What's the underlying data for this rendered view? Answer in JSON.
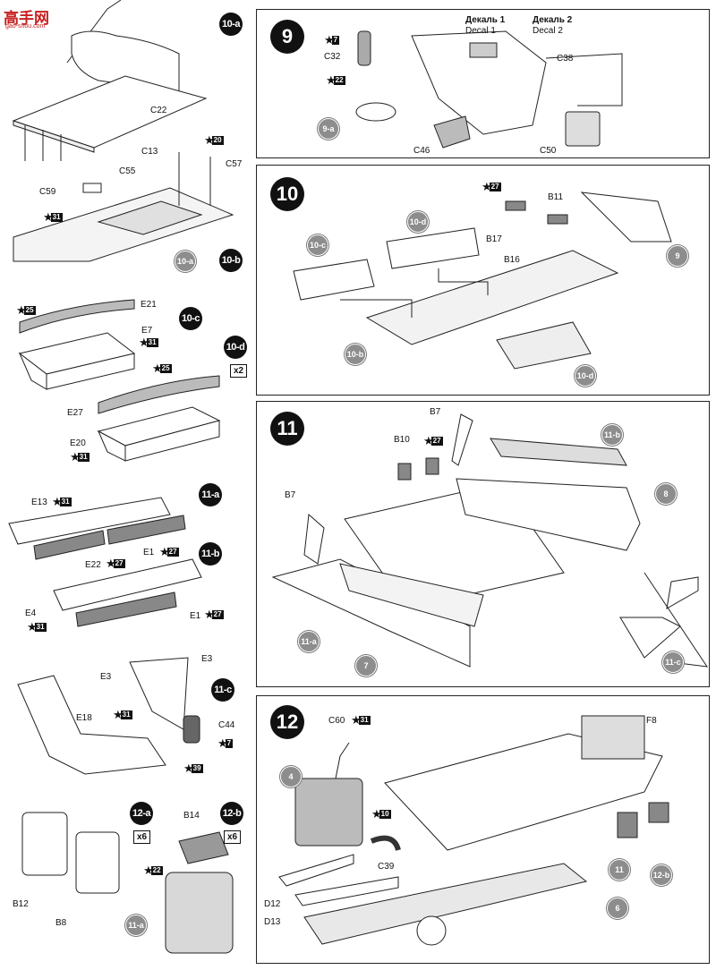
{
  "watermark": {
    "title": "高手网",
    "url": "gao-shou.com"
  },
  "left_column": {
    "step_10a": {
      "badge": "10-a",
      "labels": {
        "c22": "C22",
        "c13": "C13",
        "c55": "C55",
        "c57": "C57",
        "c59": "C59"
      },
      "paints": {
        "p20": "20",
        "p31": "31"
      }
    },
    "step_10b": {
      "badge": "10-b",
      "ref": "10-a"
    },
    "step_10c": {
      "badge": "10-c",
      "labels": {
        "e21": "E21",
        "e7": "E7"
      },
      "paints": {
        "p25": "25",
        "p31": "31"
      }
    },
    "step_10d": {
      "badge": "10-d",
      "qty": "x2",
      "labels": {
        "e27": "E27",
        "e20": "E20"
      },
      "paints": {
        "p25": "25",
        "p31": "31"
      }
    },
    "step_11a": {
      "badge": "11-a",
      "labels": {
        "e13": "E13",
        "e1": "E1",
        "e22": "E22"
      },
      "paints": {
        "p31": "31",
        "p27a": "27",
        "p27b": "27"
      }
    },
    "step_11b": {
      "badge": "11-b",
      "labels": {
        "e4": "E4",
        "e1": "E1"
      },
      "paints": {
        "p31": "31",
        "p27": "27"
      }
    },
    "step_11c": {
      "badge": "11-c",
      "labels": {
        "e3a": "E3",
        "e3b": "E3",
        "e18": "E18",
        "c44": "C44"
      },
      "paints": {
        "p31": "31",
        "p7": "7",
        "p39": "39"
      }
    },
    "step_12a": {
      "badge": "12-a",
      "qty": "x6",
      "labels": {
        "b12": "B12",
        "b8": "B8"
      }
    },
    "step_12b": {
      "badge": "12-b",
      "qty": "x6",
      "labels": {
        "b14": "B14"
      },
      "paints": {
        "p22": "22"
      },
      "ref": "11-a"
    }
  },
  "step9": {
    "number": "9",
    "decal1_ru": "Декаль 1",
    "decal1_en": "Decal 1",
    "decal2_ru": "Декаль 2",
    "decal2_en": "Decal 2",
    "labels": {
      "c32": "C32",
      "c38": "C38",
      "c46": "C46",
      "c50": "C50"
    },
    "paints": {
      "p7": "7",
      "p22": "22"
    },
    "ref": "9-a"
  },
  "step10": {
    "number": "10",
    "labels": {
      "b11": "B11",
      "b17": "B17",
      "b16": "B16"
    },
    "paints": {
      "p27": "27"
    },
    "refs": {
      "r9": "9",
      "r10c": "10-c",
      "r10d_top": "10-d",
      "r10b": "10-b",
      "r10d_bottom": "10-d"
    }
  },
  "step11": {
    "number": "11",
    "labels": {
      "b7_top": "B7",
      "b10": "B10",
      "b7_left": "B7"
    },
    "paints": {
      "p27": "27"
    },
    "refs": {
      "r11b": "11-b",
      "r8": "8",
      "r11a": "11-a",
      "r7": "7",
      "r11c": "11-c"
    }
  },
  "step12": {
    "number": "12",
    "labels": {
      "c60": "C60",
      "f8": "F8",
      "c39": "C39",
      "d12": "D12",
      "d13": "D13"
    },
    "paints": {
      "p31": "31",
      "p10": "10"
    },
    "refs": {
      "r4": "4",
      "r11": "11",
      "r12b": "12-b",
      "r6": "6"
    }
  }
}
